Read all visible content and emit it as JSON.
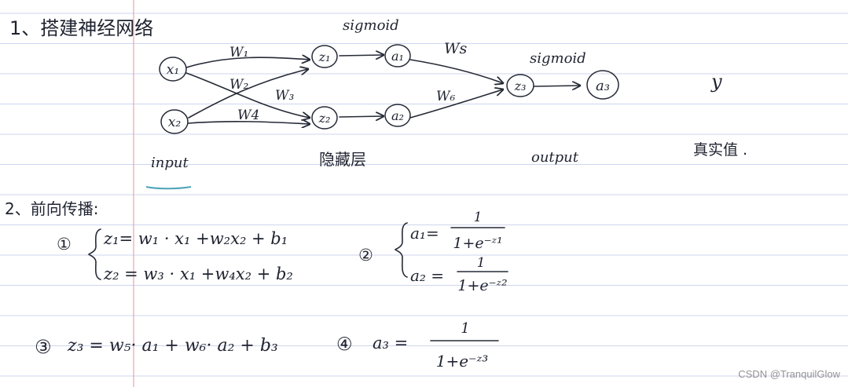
{
  "colors": {
    "paper": "#ffffff",
    "rule_line": "#cfd6ee",
    "margin_line": "#e8a5ae",
    "ink": "#1f2330",
    "highlight": "#4aa3b5"
  },
  "section1": {
    "title": "1、搭建神经网络",
    "nodes": {
      "x1": "x₁",
      "x2": "x₂",
      "z1": "z₁",
      "z2": "z₂",
      "a1": "a₁",
      "a2": "a₂",
      "z3": "z₃",
      "a3": "a₃"
    },
    "weights": {
      "w1": "W₁",
      "w2": "W₂",
      "w3": "W₃",
      "w4": "W4",
      "w5": "Ws",
      "w6": "W₆"
    },
    "sigmoid_hidden": "sigmoid",
    "sigmoid_output": "sigmoid",
    "input_label": "input",
    "hidden_label": "隐藏层",
    "output_label": "output",
    "true_y": "y",
    "true_label": "真实值 ."
  },
  "section2": {
    "title": "2、前向传播:",
    "eq1_num": "①",
    "eq1a": "z₁= w₁ · x₁ +w₂x₂ + b₁",
    "eq1b": "z₂ = w₃ · x₁ +w₄x₂ + b₂",
    "eq2_num": "②",
    "eq2a_lhs": "a₁=",
    "eq2a_num": "1",
    "eq2a_den": "1+e⁻ᶻ¹",
    "eq2b_lhs": "a₂ =",
    "eq2b_num": "1",
    "eq2b_den": "1+e⁻ᶻ²",
    "eq3_num": "③",
    "eq3": "z₃ = w₅· a₁ + w₆· a₂ + b₃",
    "eq4_num": "④",
    "eq4_lhs": "a₃ =",
    "eq4_num_val": "1",
    "eq4_den": "1+e⁻ᶻ³"
  },
  "watermark": "CSDN @TranquilGlow"
}
